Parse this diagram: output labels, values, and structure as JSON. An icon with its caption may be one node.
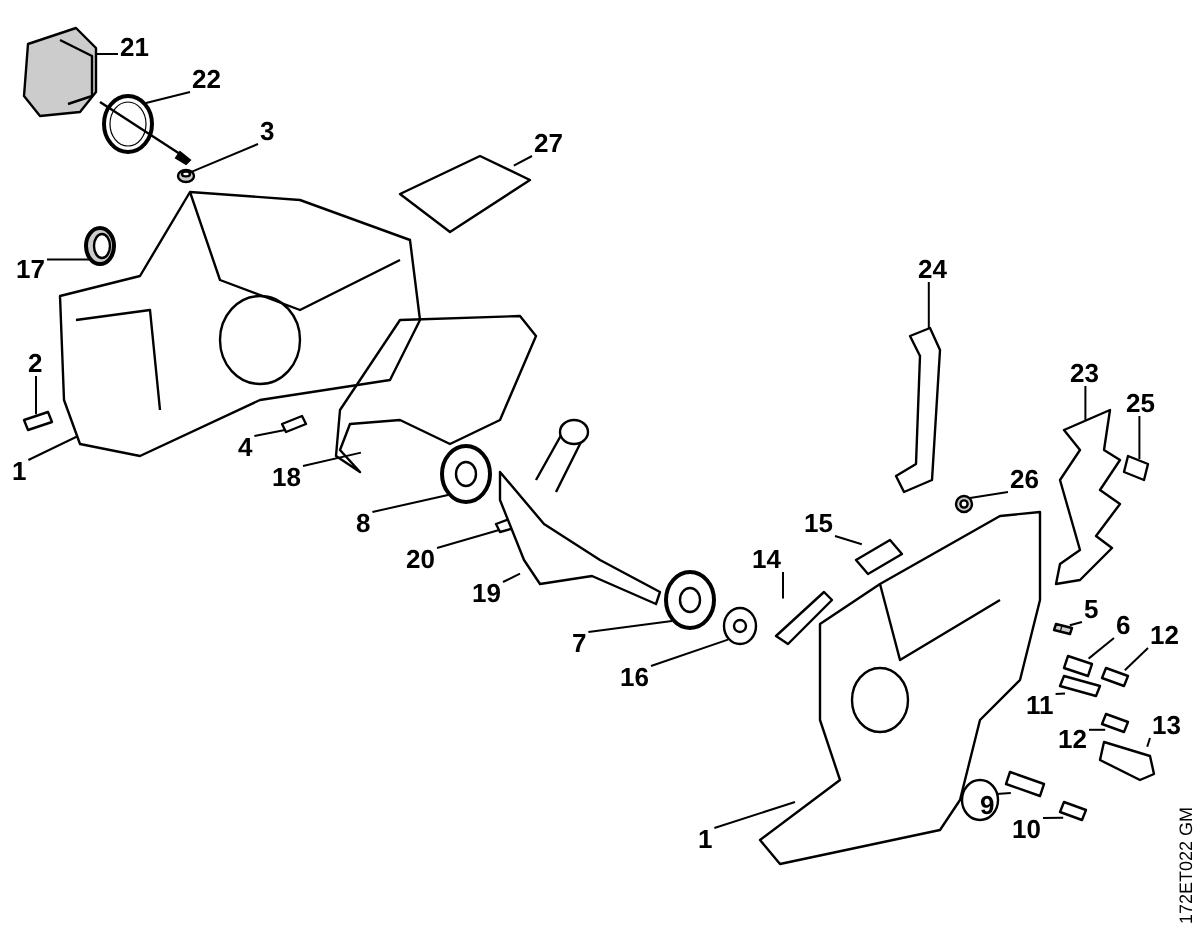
{
  "diagram": {
    "nodes": [
      {
        "text": [
          "21"
        ]
      },
      {
        "text": [
          "22"
        ]
      },
      {
        "text": [
          "3"
        ]
      },
      {
        "text": [
          "27"
        ]
      },
      {
        "text": [
          "17"
        ]
      },
      {
        "text": [
          "2"
        ]
      },
      {
        "text": [
          "1"
        ]
      },
      {
        "text": [
          "4"
        ]
      },
      {
        "text": [
          "18"
        ]
      },
      {
        "text": [
          "24"
        ]
      },
      {
        "text": [
          "8"
        ]
      },
      {
        "text": [
          "23"
        ]
      },
      {
        "text": [
          "25"
        ]
      },
      {
        "text": [
          "20"
        ]
      },
      {
        "text": [
          "26"
        ]
      },
      {
        "text": [
          "19"
        ]
      },
      {
        "text": [
          "15"
        ]
      },
      {
        "text": [
          "14"
        ]
      },
      {
        "text": [
          "5"
        ]
      },
      {
        "text": [
          "6"
        ]
      },
      {
        "text": [
          "12"
        ]
      },
      {
        "text": [
          "7"
        ]
      },
      {
        "text": [
          "16"
        ]
      },
      {
        "text": [
          "11"
        ]
      },
      {
        "text": [
          "13"
        ]
      },
      {
        "text": [
          "12"
        ]
      },
      {
        "text": [
          "9"
        ]
      },
      {
        "text": [
          "10"
        ]
      },
      {
        "text": [
          "1"
        ]
      },
      {
        "text": [],
        "shape": "picture"
      },
      {
        "text": [],
        "shape": "picture"
      },
      {
        "text": [],
        "shape": "picture"
      },
      {
        "text": [],
        "shape": "picture"
      },
      {
        "text": [],
        "shape": "picture"
      },
      {
        "text": [],
        "shape": "picture"
      },
      {
        "text": [],
        "shape": "picture"
      },
      {
        "text": [],
        "shape": "picture"
      },
      {
        "text": [],
        "shape": "picture"
      },
      {
        "text": [],
        "shape": "picture"
      },
      {
        "text": [],
        "shape": "picture"
      },
      {
        "text": [],
        "shape": "picture"
      },
      {
        "text": [],
        "shape": "picture"
      },
      {
        "text": [],
        "shape": "picture"
      },
      {
        "text": [],
        "shape": "picture"
      },
      {
        "text": [],
        "shape": "picture"
      },
      {
        "text": [],
        "shape": "picture"
      },
      {
        "text": [],
        "shape": "picture"
      },
      {
        "text": [],
        "shape": "picture"
      },
      {
        "text": [],
        "shape": "picture"
      },
      {
        "text": [],
        "shape": "picture"
      },
      {
        "text": [],
        "shape": "picture"
      },
      {
        "text": [],
        "shape": "picture"
      },
      {
        "text": [],
        "shape": "picture"
      },
      {
        "text": [],
        "shape": "picture"
      },
      {
        "text": [],
        "shape": "picture"
      },
      {
        "text": [],
        "shape": "picture"
      },
      {
        "text": [],
        "shape": "picture"
      },
      {
        "text": [],
        "shape": "picture"
      }
    ],
    "edges": [
      {
        "from": 0,
        "to": 29,
        "arrow": "none"
      },
      {
        "from": 1,
        "to": 30,
        "arrow": "none"
      },
      {
        "from": 2,
        "to": 31,
        "arrow": "none"
      },
      {
        "from": 3,
        "to": 32,
        "arrow": "none"
      },
      {
        "from": 4,
        "to": 33,
        "arrow": "none"
      },
      {
        "from": 5,
        "to": 34,
        "arrow": "none"
      },
      {
        "from": 6,
        "to": 35,
        "arrow": "none"
      },
      {
        "from": 7,
        "to": 36,
        "arrow": "none"
      },
      {
        "from": 8,
        "to": 37,
        "arrow": "none"
      },
      {
        "from": 9,
        "to": 38,
        "arrow": "none"
      },
      {
        "from": 10,
        "to": 39,
        "arrow": "none"
      },
      {
        "from": 11,
        "to": 40,
        "arrow": "none"
      },
      {
        "from": 12,
        "to": 41,
        "arrow": "none"
      },
      {
        "from": 13,
        "to": 42,
        "arrow": "none"
      },
      {
        "from": 14,
        "to": 43,
        "arrow": "none"
      },
      {
        "from": 15,
        "to": 44,
        "arrow": "none"
      },
      {
        "from": 16,
        "to": 45,
        "arrow": "none"
      },
      {
        "from": 17,
        "to": 46,
        "arrow": "none"
      },
      {
        "from": 18,
        "to": 47,
        "arrow": "none"
      },
      {
        "from": 19,
        "to": 48,
        "arrow": "none"
      },
      {
        "from": 20,
        "to": 49,
        "arrow": "none"
      },
      {
        "from": 21,
        "to": 50,
        "arrow": "none"
      },
      {
        "from": 22,
        "to": 51,
        "arrow": "none"
      },
      {
        "from": 23,
        "to": 52,
        "arrow": "none"
      },
      {
        "from": 24,
        "to": 53,
        "arrow": "none"
      },
      {
        "from": 25,
        "to": 54,
        "arrow": "none"
      },
      {
        "from": 26,
        "to": 55,
        "arrow": "none"
      },
      {
        "from": 27,
        "to": 56,
        "arrow": "none"
      },
      {
        "from": 28,
        "to": 57,
        "arrow": "none"
      }
    ],
    "labels": [
      "172ET022 GM"
    ]
  }
}
